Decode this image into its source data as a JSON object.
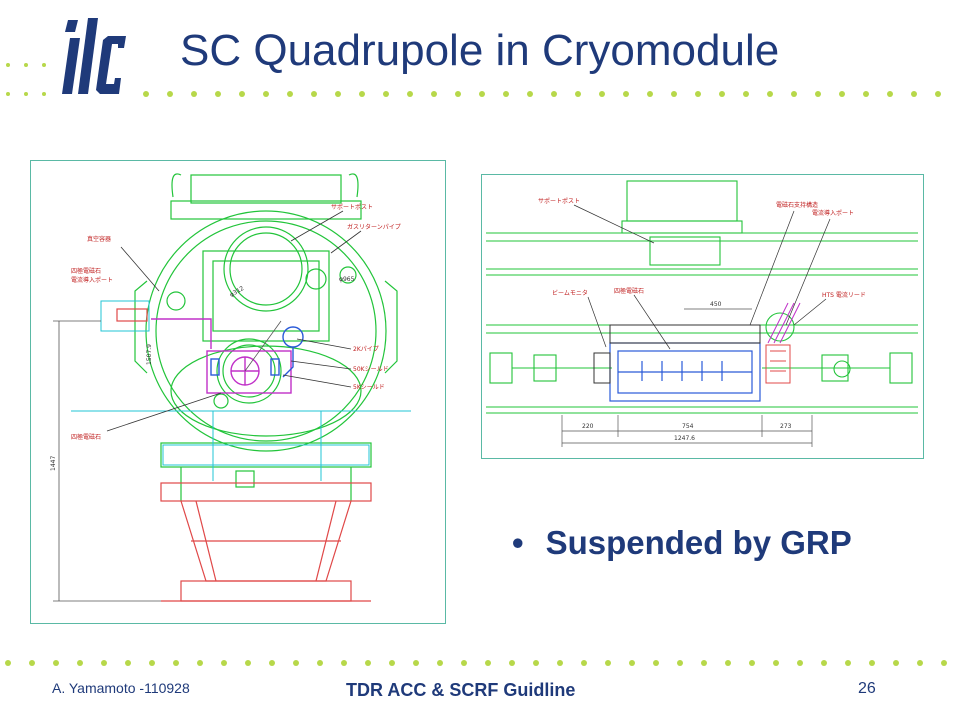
{
  "slide": {
    "title": "SC Quadrupole in Cryomodule",
    "bullet": "Suspended by GRP",
    "bullet_marker": "•",
    "footer_left": "A. Yamamoto -110928",
    "footer_center": "TDR ACC & SCRF Guidline",
    "page_number": "26"
  },
  "logo": {
    "text": "ilc",
    "color": "#1f3a7a"
  },
  "colors": {
    "title": "#1f3a7a",
    "dots": "#b7d84a",
    "drawing_frame": "#5ab9a5",
    "drawing_green": "#22c43a",
    "drawing_red": "#e04848",
    "drawing_cyan": "#22c4d6",
    "drawing_magenta": "#c030c8",
    "drawing_blue": "#2a5ad8"
  },
  "drawing_left": {
    "labels": {
      "support_post": "サポートポスト",
      "gas_return_pipe": "ガスリターンパイプ",
      "vacuum_vessel": "真空容器",
      "magnet_port_1": "四極電磁石",
      "magnet_port_2": "電流導入ポート",
      "pipe_2k": "2Kパイプ",
      "shield_50k": "50Kシールド",
      "shield_5k": "5Kシールド",
      "quad_magnet": "四極電磁石",
      "dim_312": "φ312",
      "dim_965": "φ965",
      "dim_1507": "1507.9",
      "dim_1447": "1447"
    }
  },
  "drawing_right": {
    "labels": {
      "support_post": "サポートポスト",
      "magnet_support": "電磁石支持構造",
      "current_port": "電流導入ポート",
      "beam_monitor": "ビームモニタ",
      "quad_magnet": "四極電磁石",
      "hts_lead": "HTS 電流リード",
      "dim_450": "450",
      "dim_220": "220",
      "dim_754": "754",
      "dim_273": "273",
      "dim_total": "1247.6"
    }
  }
}
